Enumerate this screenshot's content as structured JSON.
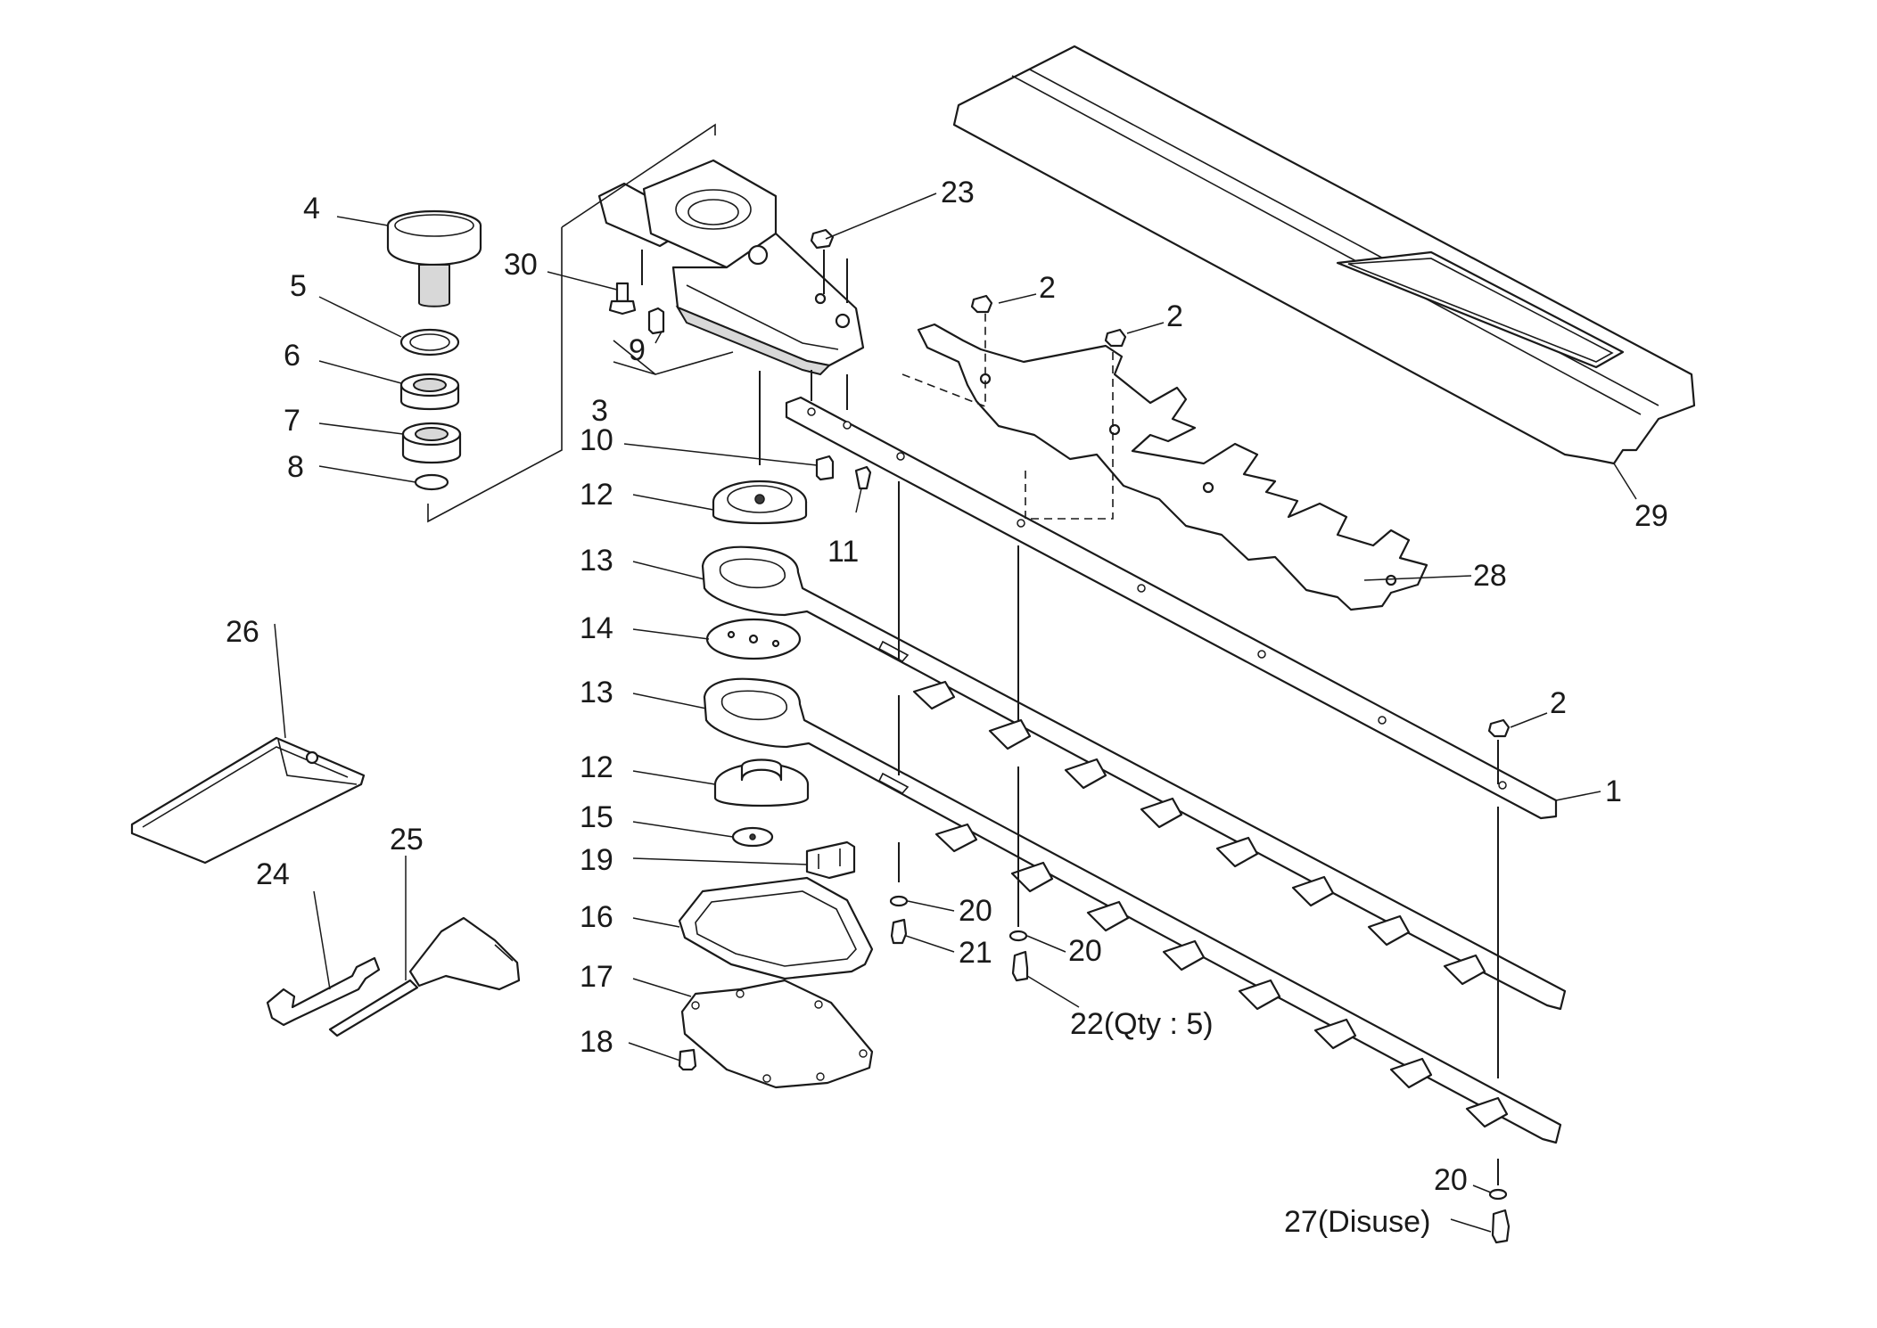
{
  "diagram": {
    "callouts": [
      {
        "id": "c1",
        "text": "1"
      },
      {
        "id": "c2a",
        "text": "2"
      },
      {
        "id": "c2b",
        "text": "2"
      },
      {
        "id": "c2c",
        "text": "2"
      },
      {
        "id": "c3",
        "text": "3"
      },
      {
        "id": "c4",
        "text": "4"
      },
      {
        "id": "c5",
        "text": "5"
      },
      {
        "id": "c6",
        "text": "6"
      },
      {
        "id": "c7",
        "text": "7"
      },
      {
        "id": "c8",
        "text": "8"
      },
      {
        "id": "c9",
        "text": "9"
      },
      {
        "id": "c10",
        "text": "10"
      },
      {
        "id": "c11",
        "text": "11"
      },
      {
        "id": "c12a",
        "text": "12"
      },
      {
        "id": "c12b",
        "text": "12"
      },
      {
        "id": "c13a",
        "text": "13"
      },
      {
        "id": "c13b",
        "text": "13"
      },
      {
        "id": "c14",
        "text": "14"
      },
      {
        "id": "c15",
        "text": "15"
      },
      {
        "id": "c16",
        "text": "16"
      },
      {
        "id": "c17",
        "text": "17"
      },
      {
        "id": "c18",
        "text": "18"
      },
      {
        "id": "c19",
        "text": "19"
      },
      {
        "id": "c20a",
        "text": "20"
      },
      {
        "id": "c20b",
        "text": "20"
      },
      {
        "id": "c20c",
        "text": "20"
      },
      {
        "id": "c21",
        "text": "21"
      },
      {
        "id": "c22",
        "text": "22(Qty : 5)"
      },
      {
        "id": "c23",
        "text": "23"
      },
      {
        "id": "c24",
        "text": "24"
      },
      {
        "id": "c25",
        "text": "25"
      },
      {
        "id": "c26",
        "text": "26"
      },
      {
        "id": "c27",
        "text": "27(Disuse)"
      },
      {
        "id": "c28",
        "text": "28"
      },
      {
        "id": "c29",
        "text": "29"
      },
      {
        "id": "c30",
        "text": "30"
      }
    ]
  }
}
